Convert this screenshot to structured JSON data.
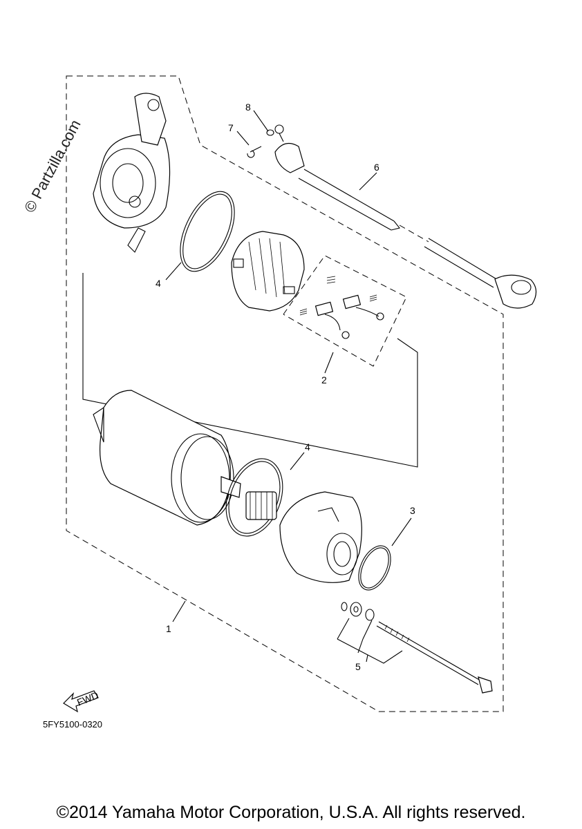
{
  "watermark": "© Partzilla.com",
  "diagram_code": "5FY5100-0320",
  "fwd_label": "FWD",
  "copyright": "©2014 Yamaha Motor Corporation, U.S.A. All rights reserved.",
  "callouts": {
    "c1": "1",
    "c2": "2",
    "c3": "3",
    "c4a": "4",
    "c4b": "4",
    "c5": "5",
    "c6": "6",
    "c7": "7",
    "c8": "8"
  }
}
